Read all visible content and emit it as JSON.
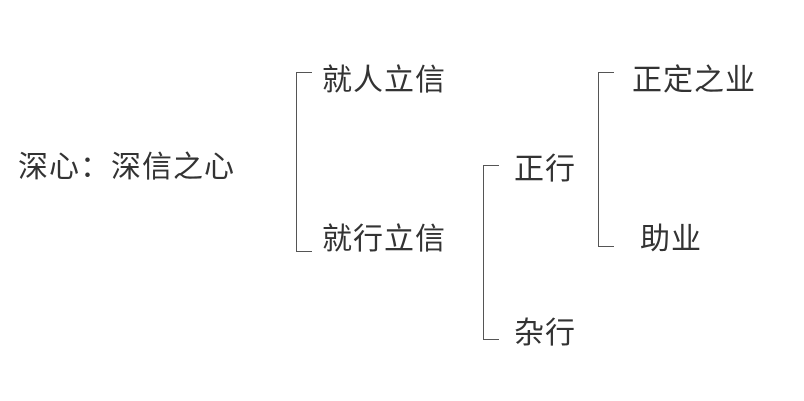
{
  "root": "深心：深信之心",
  "level1": {
    "top": "就人立信",
    "bottom": "就行立信"
  },
  "level2": {
    "top": "正行",
    "bottom": "杂行"
  },
  "level3": {
    "top": "正定之业",
    "bottom": "助业"
  }
}
